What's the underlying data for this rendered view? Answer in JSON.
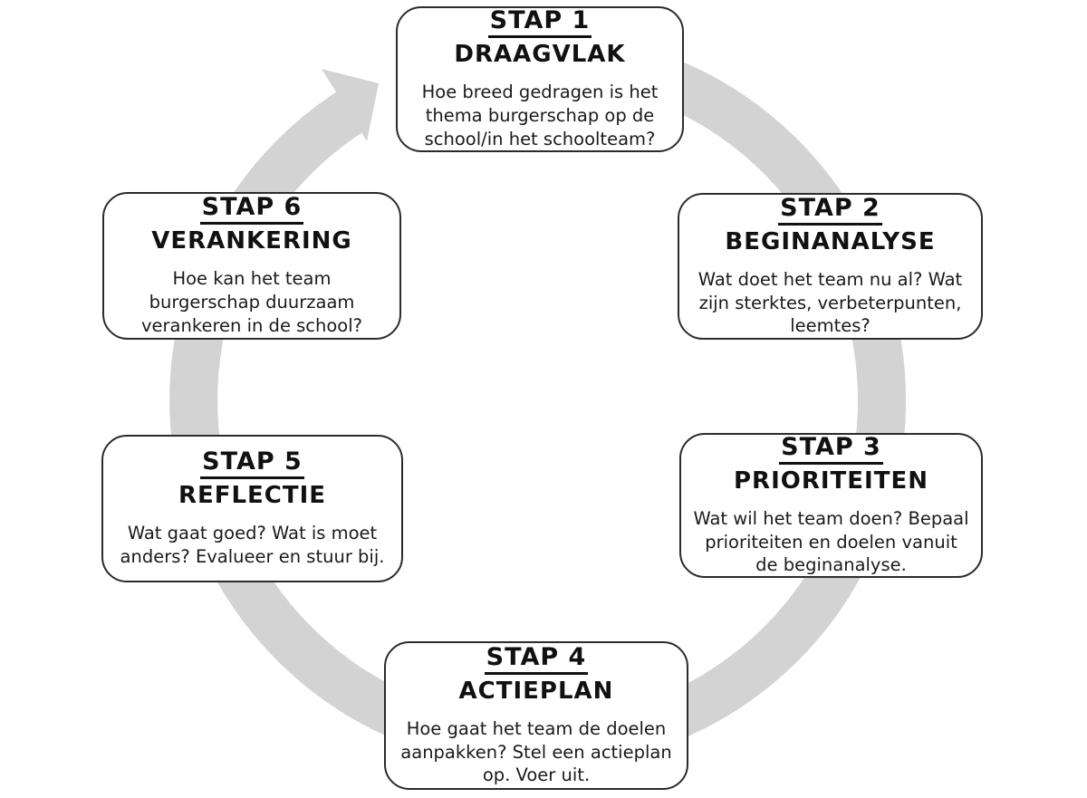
{
  "colors": {
    "arrow": "#d3d3d3",
    "box_border": "#2b2b2b",
    "text": "#111111",
    "background": "#ffffff"
  },
  "steps": [
    {
      "title": "STAP 1",
      "subtitle": "DRAAGVLAK",
      "description": "Hoe breed gedragen is het thema burgerschap op de school/in het schoolteam?"
    },
    {
      "title": "STAP 2",
      "subtitle": "BEGINANALYSE",
      "description": "Wat doet het team nu al? Wat zijn sterktes, verbeterpunten, leemtes?"
    },
    {
      "title": "STAP 3",
      "subtitle": "PRIORITEITEN",
      "description": "Wat wil het team doen? Bepaal prioriteiten en doelen vanuit de beginanalyse."
    },
    {
      "title": "STAP 4",
      "subtitle": "ACTIEPLAN",
      "description": "Hoe gaat het team de doelen aanpakken? Stel een actieplan op. Voer uit."
    },
    {
      "title": "STAP 5",
      "subtitle": "REFLECTIE",
      "description": "Wat gaat goed? Wat is moet anders? Evalueer en stuur bij."
    },
    {
      "title": "STAP 6",
      "subtitle": "VERANKERING",
      "description": "Hoe kan het team burgerschap duurzaam verankeren in de school?"
    }
  ]
}
